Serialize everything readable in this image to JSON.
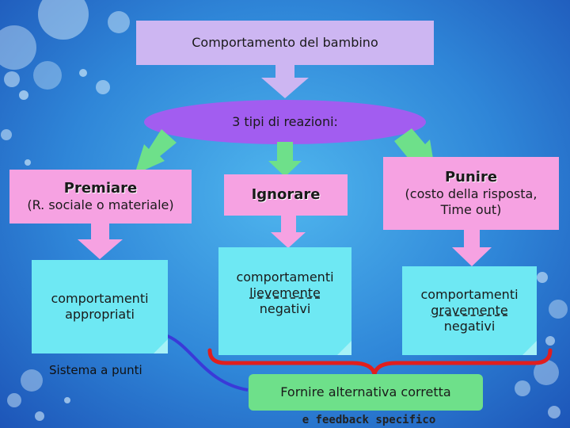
{
  "top_box": "Comportamento del bambino",
  "ellipse": "3 tipi di reazioni:",
  "premiare": {
    "title": "Premiare",
    "subtitle": "(R. sociale o materiale)"
  },
  "ignorare": {
    "title": "Ignorare"
  },
  "punire": {
    "title": "Punire",
    "subtitle": "(costo della risposta, Time out)"
  },
  "card_left": "comportamenti appropriati",
  "card_mid": {
    "line1": "comportamenti",
    "line2": "lievemente",
    "line3": "negativi"
  },
  "card_right": {
    "line1": "comportamenti",
    "line2": "gravemente",
    "line3": "negativi"
  },
  "sistema": "Sistema a punti",
  "alternativa": "Fornire alternativa corretta",
  "feedback": "e feedback specifico",
  "colors": {
    "lavender": "#cdb6f2",
    "ellipse": "#a25df0",
    "pink": "#f6a2e2",
    "cyan": "#6ee8f3",
    "green": "#6ee08a",
    "red": "#e01e1e",
    "arrow": "#3a3ad8"
  }
}
